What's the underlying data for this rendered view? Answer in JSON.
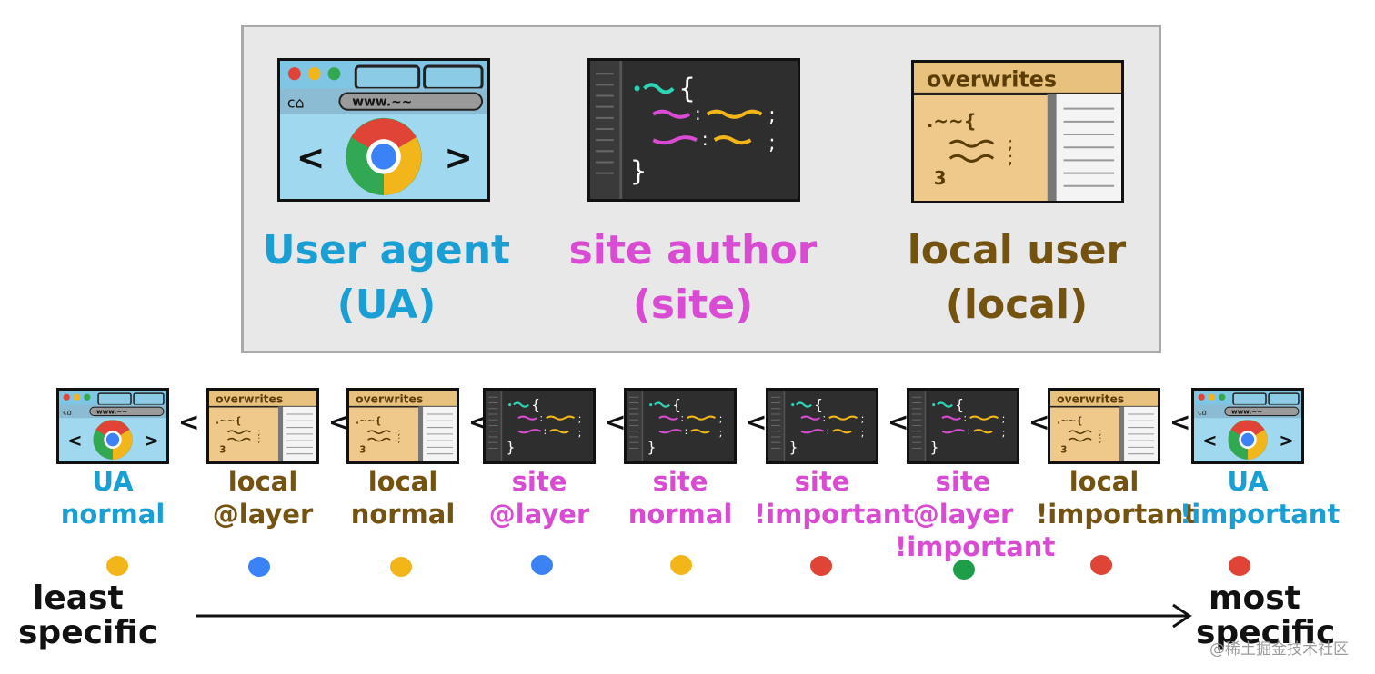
{
  "sources": [
    {
      "kind": "ua",
      "line1": "User agent",
      "line2": "(UA)",
      "color": "#1a9fd4"
    },
    {
      "kind": "site",
      "line1": "site author",
      "line2": "(site)",
      "color": "#d94bd3"
    },
    {
      "kind": "local",
      "line1": "local user",
      "line2": "(local)",
      "color": "#74520f",
      "panel_title": "overwrites"
    }
  ],
  "cascade": [
    {
      "kind": "ua",
      "line1": "UA",
      "line2": "normal",
      "dot": "#f2b61b"
    },
    {
      "kind": "local",
      "line1": "local",
      "line2": "@layer",
      "dot": "#3b82f6"
    },
    {
      "kind": "local",
      "line1": "local",
      "line2": "normal",
      "dot": "#f2b61b"
    },
    {
      "kind": "site",
      "line1": "site",
      "line2": "@layer",
      "dot": "#3b82f6"
    },
    {
      "kind": "site",
      "line1": "site",
      "line2": "normal",
      "dot": "#f2b61b"
    },
    {
      "kind": "site",
      "line1": "site",
      "line2": "!important",
      "dot": "#e04437"
    },
    {
      "kind": "site",
      "line1": "site",
      "line2": "@layer",
      "line3": "!important",
      "dot": "#1f9e4a"
    },
    {
      "kind": "local",
      "line1": "local",
      "line2": "!important",
      "dot": "#e04437"
    },
    {
      "kind": "ua",
      "line1": "UA",
      "line2": "!important",
      "dot": "#e04437"
    }
  ],
  "axis": {
    "start_line1": "least",
    "start_line2": "specific",
    "end_line1": "most",
    "end_line2": "specific",
    "separator": "<"
  },
  "watermark": "@稀土掘金技术社区"
}
